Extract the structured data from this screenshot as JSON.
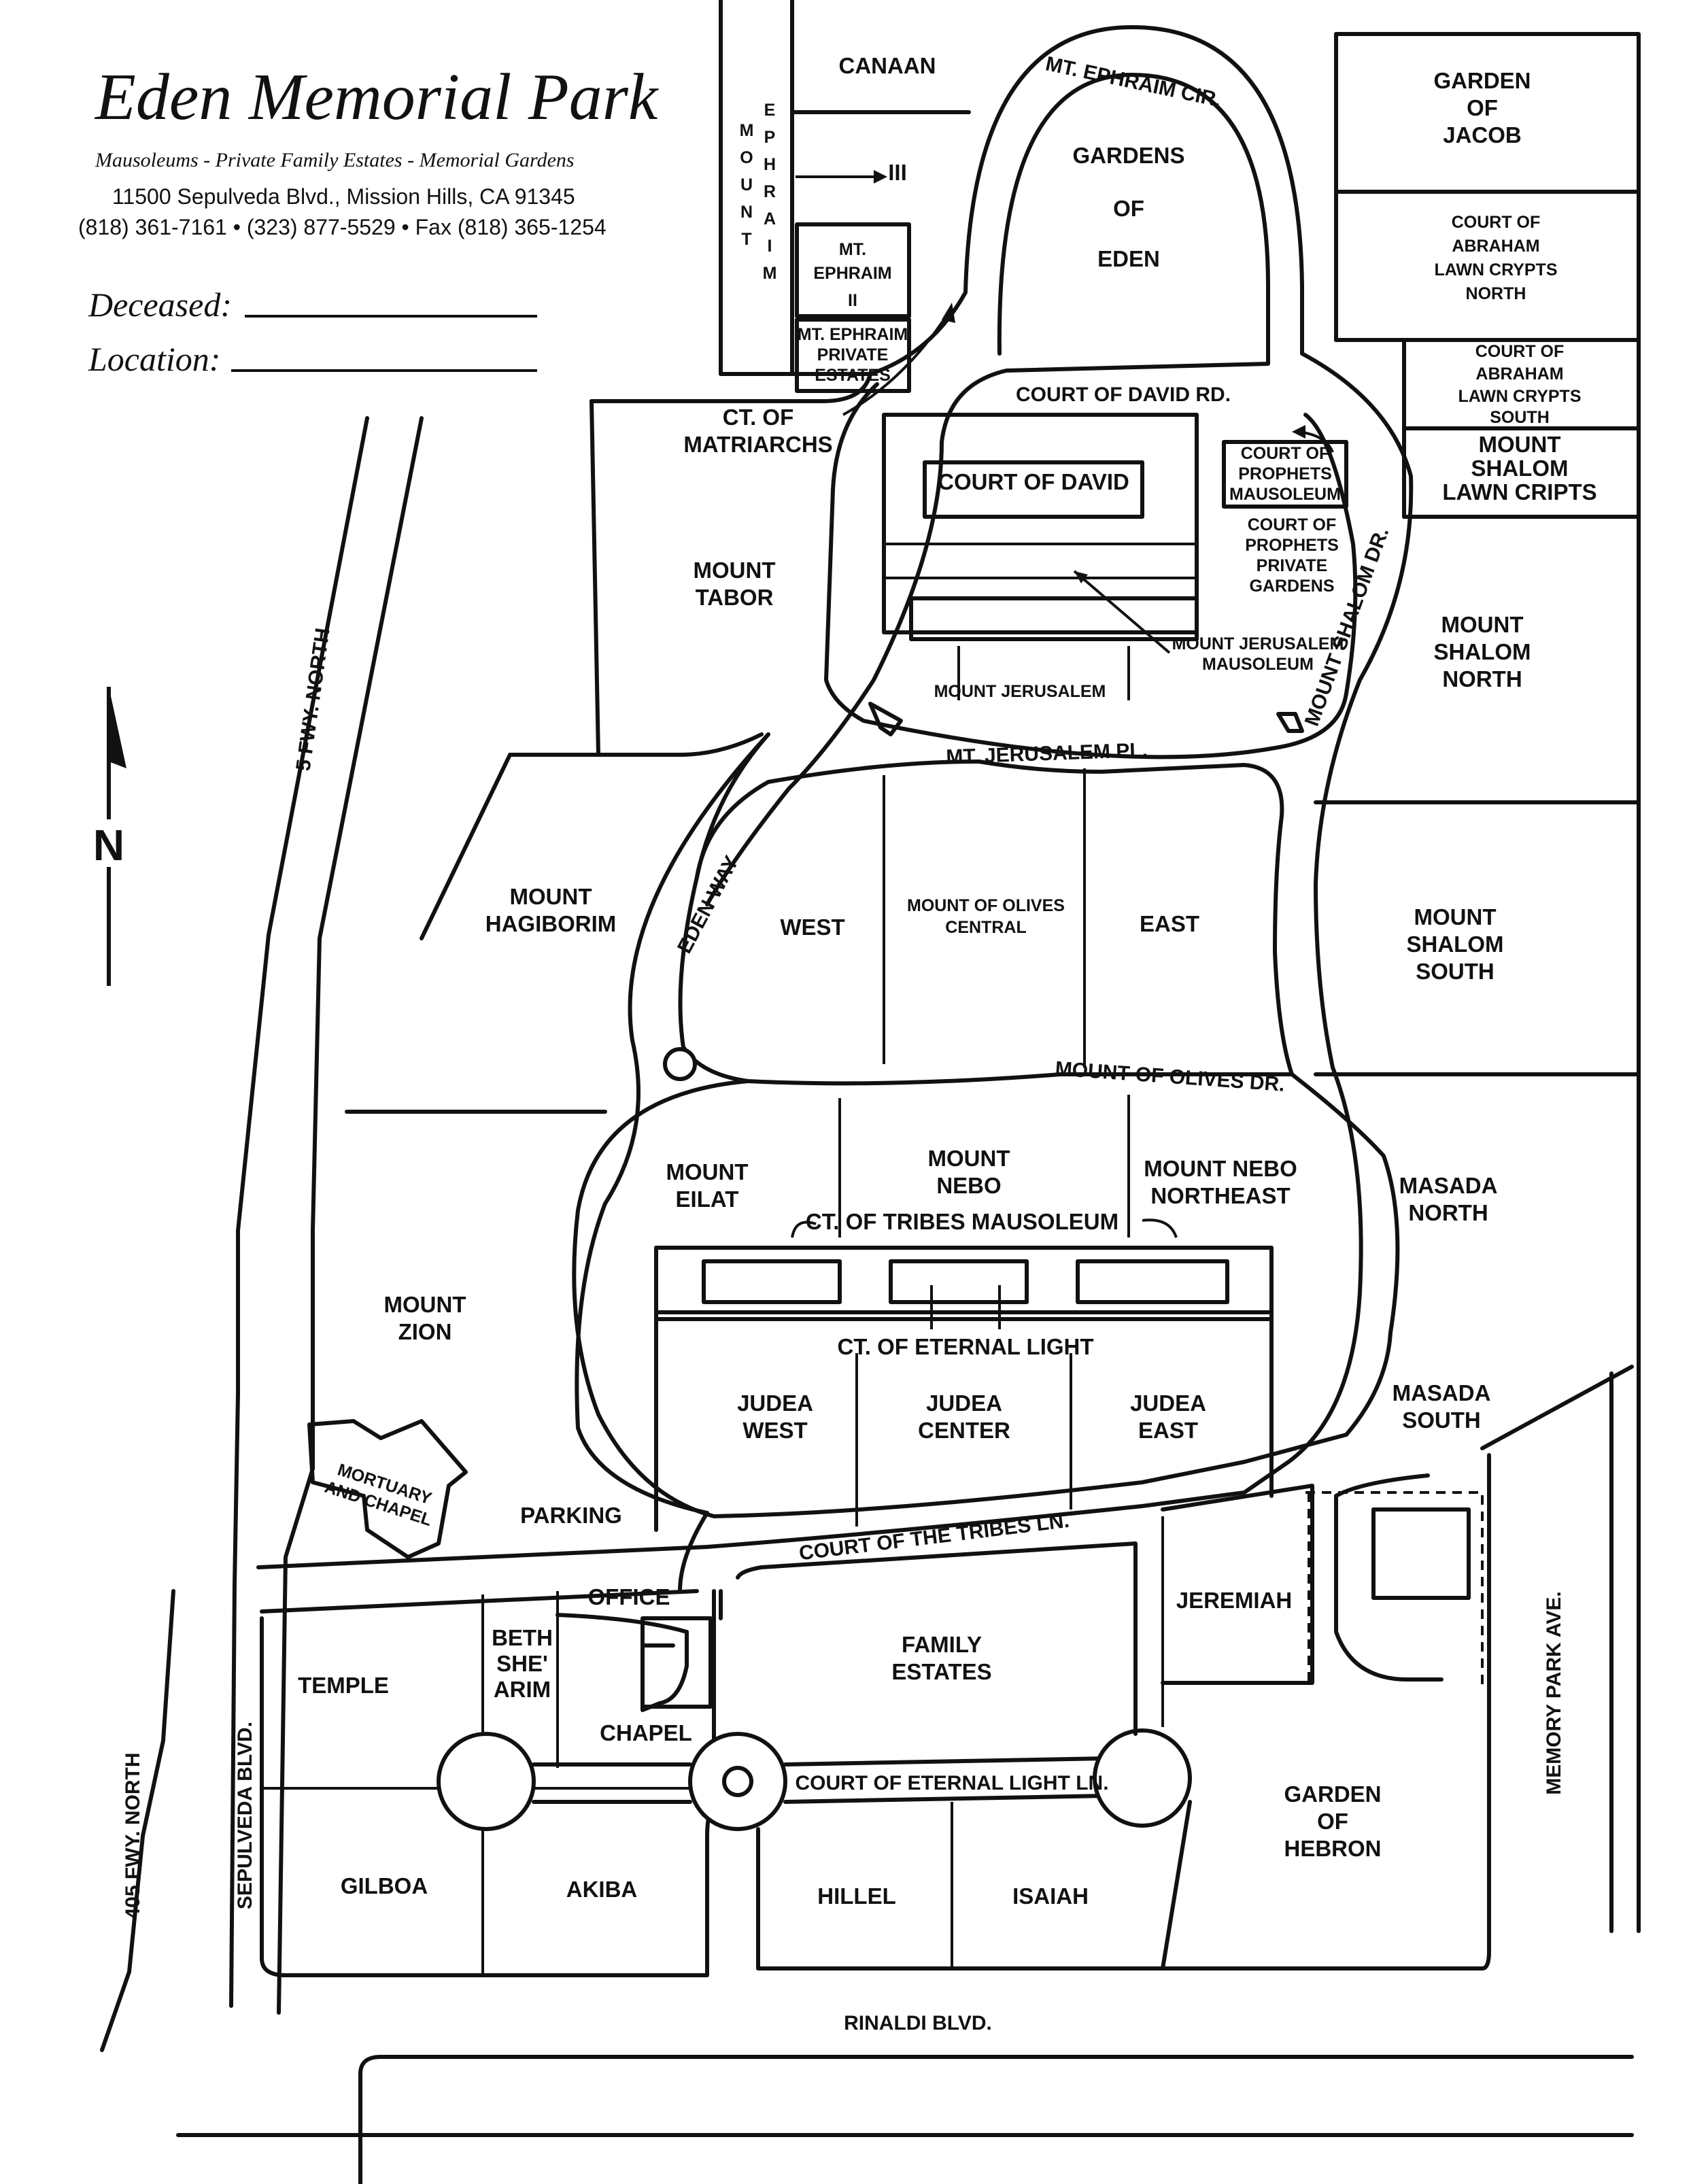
{
  "header": {
    "title": "Eden Memorial Park",
    "subtitle": "Mausoleums - Private Family Estates - Memorial Gardens",
    "address": "11500 Sepulveda Blvd., Mission Hills, CA 91345",
    "phones": "(818) 361-7161 • (323) 877-5529 • Fax (818) 365-1254"
  },
  "form": {
    "deceased_label": "Deceased:",
    "location_label": "Location:"
  },
  "compass": {
    "label": "N"
  },
  "roads": {
    "mt_ephraim_cir": "MT. EPHRAIM CIR.",
    "court_of_david_rd": "COURT OF DAVID RD.",
    "mt_jerusalem_pl": "MT. JERUSALEM PL.",
    "eden_way": "EDEN WAY",
    "mount_shalom_dr": "MOUNT SHALOM DR.",
    "mount_of_olives_dr": "MOUNT OF OLIVES DR.",
    "court_of_the_tribes_ln": "COURT OF THE TRIBES LN.",
    "court_of_eternal_light_ln": "COURT OF ETERNAL LIGHT LN.",
    "rinaldi_blvd": "RINALDI BLVD.",
    "sepulveda_blvd": "SEPULVEDA BLVD.",
    "fwy_5_north": "5 FWY. NORTH",
    "fwy_405_north": "405 FWY. NORTH",
    "memory_park_ave": "MEMORY PARK AVE."
  },
  "sections": {
    "canaan": "CANAAN",
    "mount_ephraim_letters": [
      "M",
      "O",
      "U",
      "N",
      "T"
    ],
    "ephraim_letters": [
      "E",
      "P",
      "H",
      "R",
      "A",
      "I",
      "M"
    ],
    "mount_ephraim_iii": "III",
    "mt_ephraim_ii": [
      "MT.",
      "EPHRAIM",
      "II"
    ],
    "mt_ephraim_private": [
      "MT. EPHRAIM",
      "PRIVATE",
      "ESTATES"
    ],
    "gardens_of_eden": [
      "GARDENS",
      "OF",
      "EDEN"
    ],
    "garden_of_jacob": [
      "GARDEN",
      "OF",
      "JACOB"
    ],
    "court_abraham_north": [
      "COURT OF",
      "ABRAHAM",
      "LAWN CRYPTS",
      "NORTH"
    ],
    "court_abraham_south": [
      "COURT OF",
      "ABRAHAM",
      "LAWN CRYPTS",
      "SOUTH"
    ],
    "mount_shalom_lawn": [
      "MOUNT",
      "SHALOM",
      "LAWN CRIPTS"
    ],
    "ct_matriarchs": [
      "CT. OF",
      "MATRIARCHS"
    ],
    "court_of_david": "COURT OF DAVID",
    "court_prophets_mausoleum": [
      "COURT OF",
      "PROPHETS",
      "MAUSOLEUM"
    ],
    "court_prophets_gardens": [
      "COURT OF",
      "PROPHETS",
      "PRIVATE",
      "GARDENS"
    ],
    "mount_jerusalem_mausoleum": [
      "MOUNT JERUSALEM",
      "MAUSOLEUM"
    ],
    "mount_jerusalem": "MOUNT JERUSALEM",
    "mount_tabor": [
      "MOUNT",
      "TABOR"
    ],
    "mount_shalom_north": [
      "MOUNT",
      "SHALOM",
      "NORTH"
    ],
    "mount_hagiborim": [
      "MOUNT",
      "HAGIBORIM"
    ],
    "west": "WEST",
    "mount_olives_central": [
      "MOUNT OF OLIVES",
      "CENTRAL"
    ],
    "east": "EAST",
    "mount_shalom_south": [
      "MOUNT",
      "SHALOM",
      "SOUTH"
    ],
    "mount_eilat": [
      "MOUNT",
      "EILAT"
    ],
    "mount_nebo": [
      "MOUNT",
      "NEBO"
    ],
    "mount_nebo_ne": [
      "MOUNT NEBO",
      "NORTHEAST"
    ],
    "masada_north": [
      "MASADA",
      "NORTH"
    ],
    "ct_tribes_mausoleum": "CT. OF TRIBES MAUSOLEUM",
    "ct_eternal_light": "CT. OF ETERNAL LIGHT",
    "judea_west": [
      "JUDEA",
      "WEST"
    ],
    "judea_center": [
      "JUDEA",
      "CENTER"
    ],
    "judea_east": [
      "JUDEA",
      "EAST"
    ],
    "masada_south": [
      "MASADA",
      "SOUTH"
    ],
    "mount_zion": [
      "MOUNT",
      "ZION"
    ],
    "mortuary_chapel": [
      "MORTUARY",
      "AND CHAPEL"
    ],
    "parking": "PARKING",
    "temple": "TEMPLE",
    "beth_shearim": [
      "BETH",
      "SHE'",
      "ARIM"
    ],
    "office": "OFFICE",
    "chapel": "CHAPEL",
    "family_estates": [
      "FAMILY",
      "ESTATES"
    ],
    "jeremiah": "JEREMIAH",
    "gilboa": "GILBOA",
    "akiba": "AKIBA",
    "hillel": "HILLEL",
    "isaiah": "ISAIAH",
    "garden_of_hebron": [
      "GARDEN",
      "OF",
      "HEBRON"
    ]
  }
}
